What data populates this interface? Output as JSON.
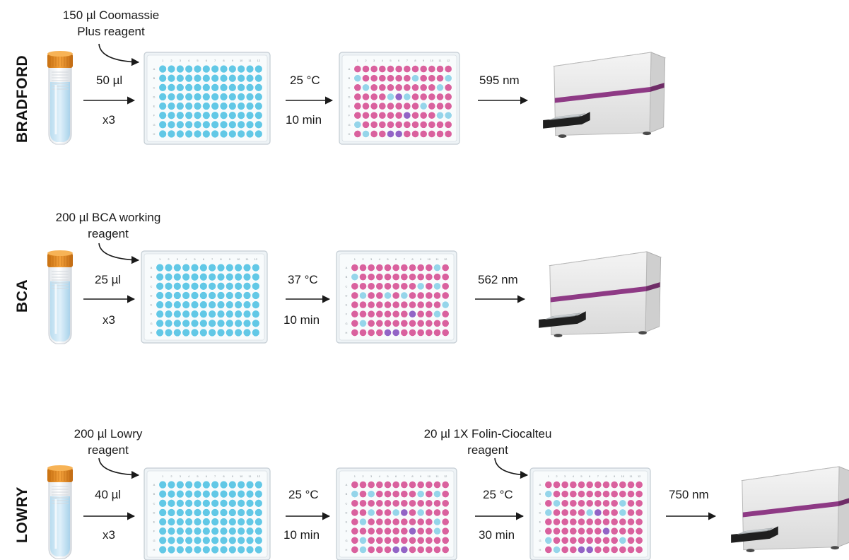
{
  "colors": {
    "blue": "#62c8e6",
    "pink": "#d9619e",
    "purple": "#9264c6",
    "light_blue": "#95d5ea",
    "band": "#8e3a85"
  },
  "icons": [
    "sample-tube-icon",
    "microplate-icon",
    "plate-reader-icon",
    "arrow-icon"
  ],
  "rows": [
    {
      "title": "BRADFORD",
      "reagent": [
        "150 µl Coomassie",
        "Plus reagent"
      ],
      "volume": "50 µl",
      "replicates": "x3",
      "incubation": {
        "temp": "25 °C",
        "time": "10 min"
      },
      "wavelength": "595 nm"
    },
    {
      "title": "BCA",
      "reagent": [
        "200 µl BCA working",
        "reagent"
      ],
      "volume": "25 µl",
      "replicates": "x3",
      "incubation": {
        "temp": "37 °C",
        "time": "10 min"
      },
      "wavelength": "562 nm"
    },
    {
      "title": "LOWRY",
      "reagent": [
        "200 µl Lowry",
        "reagent"
      ],
      "volume": "40 µl",
      "replicates": "x3",
      "incubation": {
        "temp": "25 °C",
        "time": "10 min"
      },
      "reagent2": [
        "20 µl 1X Folin-Ciocalteu",
        "reagent"
      ],
      "incubation2": {
        "temp": "25 °C",
        "time": "30 min"
      },
      "wavelength": "750 nm"
    }
  ]
}
